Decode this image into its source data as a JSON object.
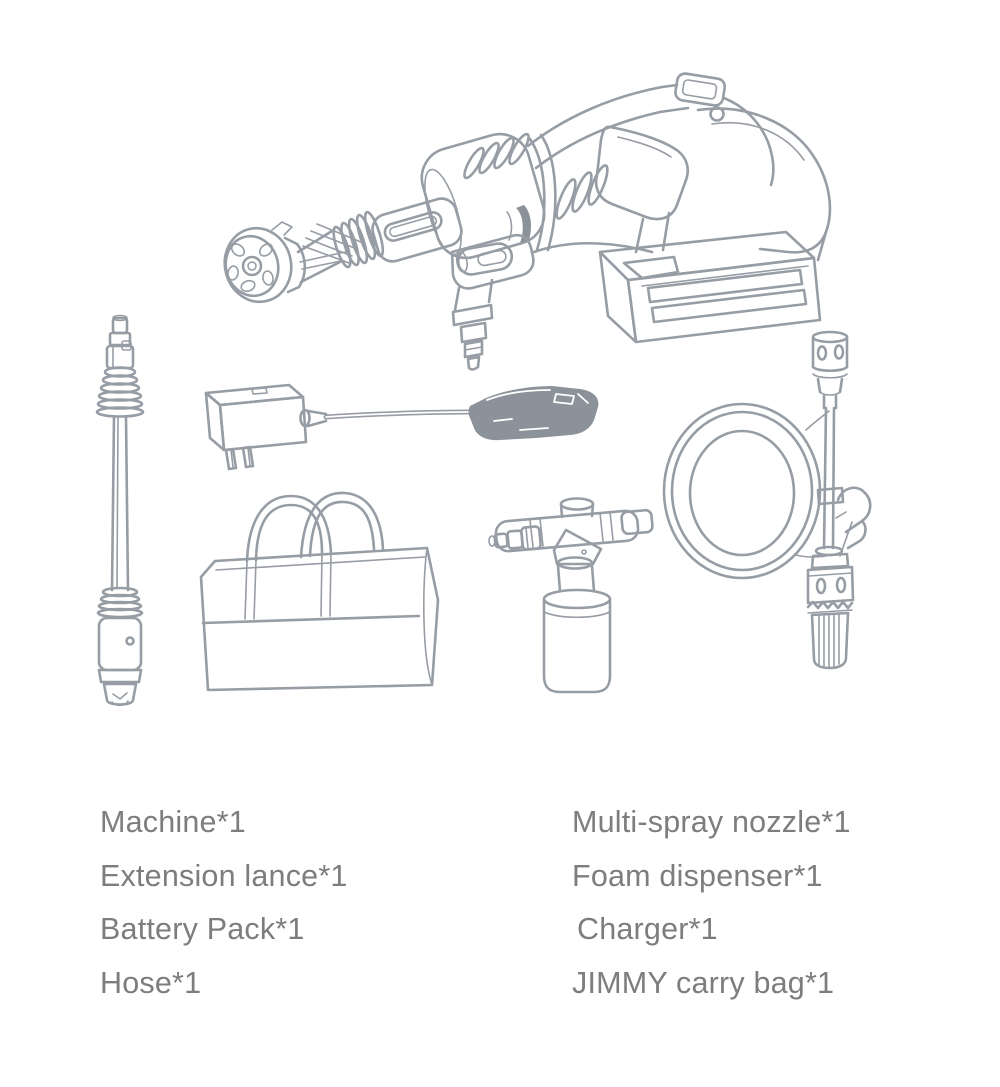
{
  "page": {
    "background": "#ffffff"
  },
  "artwork": {
    "line_color": "#979da5",
    "dark_fill": "#8b929a",
    "items": [
      "machine-with-battery-and-multi-spray-nozzle",
      "extension-lance",
      "charger-with-cable-and-connector",
      "carry-bag",
      "foam-dispenser",
      "coiled-hose-with-filter"
    ]
  },
  "packing_list": {
    "text_color": "#7d7d7d",
    "left_column": [
      "Machine*1",
      "Extension lance*1",
      "Battery Pack*1",
      "Hose*1"
    ],
    "right_column": [
      "Multi-spray nozzle*1",
      "Foam dispenser*1",
      "Charger*1",
      "JIMMY carry bag*1"
    ]
  }
}
